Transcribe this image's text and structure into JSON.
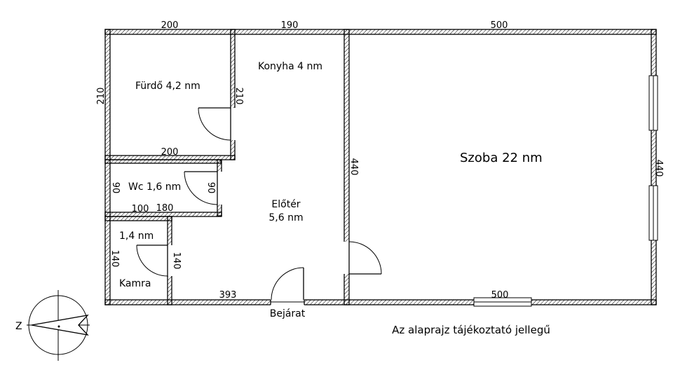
{
  "rooms": {
    "furdo": "Fürdő 4,2 nm",
    "konyha": "Konyha 4 nm",
    "szoba": "Szoba 22 nm",
    "wc": "Wc 1,6 nm",
    "eloter_line1": "Előtér",
    "eloter_line2": "5,6 nm",
    "kamra_area": "1,4 nm",
    "kamra": "Kamra"
  },
  "dimensions": {
    "top_furdo": "200",
    "top_konyha": "190",
    "top_szoba": "500",
    "left_furdo": "210",
    "furdo_right": "210",
    "furdo_bottom": "200",
    "wc_left": "90",
    "wc_right": "90",
    "wc_bottom_a": "100",
    "wc_bottom_b": "180",
    "kamra_left": "140",
    "kamra_right": "140",
    "bottom_eloter": "393",
    "szoba_left": "440",
    "szoba_right": "440",
    "bottom_szoba": "500"
  },
  "entrance_label": "Bejárat",
  "disclaimer": "Az alaprajz tájékoztató jellegű",
  "compass": {
    "north_letter": "Z",
    "icon": "compass-icon"
  }
}
